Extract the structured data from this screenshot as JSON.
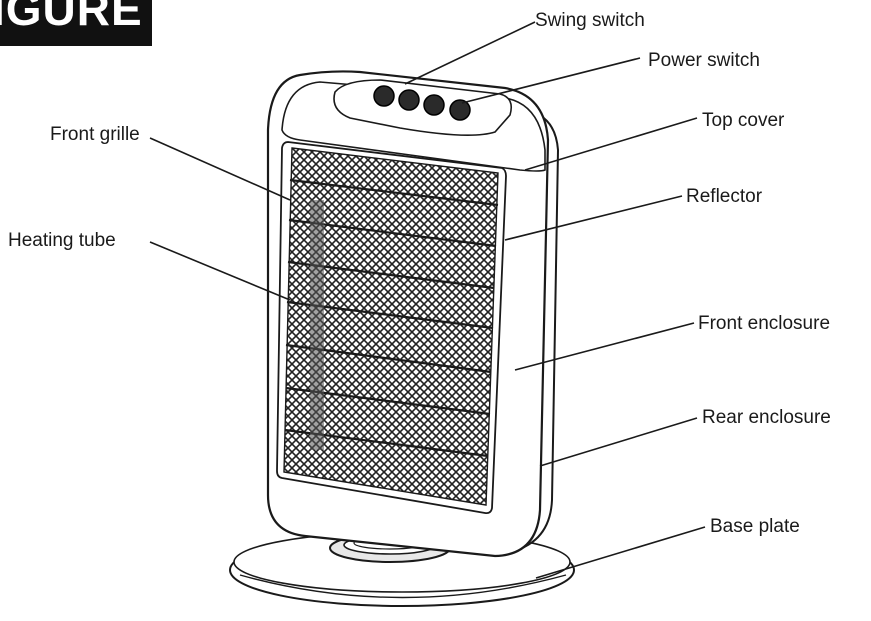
{
  "heading": "IGURE",
  "labels": {
    "swing_switch": "Swing switch",
    "power_switch": "Power switch",
    "top_cover": "Top cover",
    "front_grille": "Front grille",
    "reflector": "Reflector",
    "heating_tube": "Heating tube",
    "front_enclosure": "Front enclosure",
    "rear_enclosure": "Rear enclosure",
    "base_plate": "Base plate"
  },
  "colors": {
    "line": "#1a1a1a",
    "background": "#ffffff",
    "heading_bg": "#111111"
  }
}
